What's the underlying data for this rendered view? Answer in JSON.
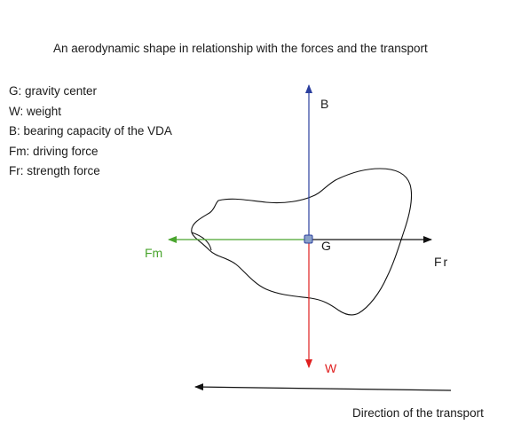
{
  "title": "An aerodynamic shape in relationship with the forces and the transport",
  "legend": [
    "G: gravity center",
    "W: weight",
    "B:  bearing capacity of the VDA",
    "Fm: driving force",
    "Fr: strength force"
  ],
  "labels": {
    "B": "B",
    "G": "G",
    "Fm": "Fm",
    "Fr": "Fr",
    "W": "W"
  },
  "caption": "Direction of the transport",
  "colors": {
    "bearing": "#2b3f9e",
    "weight": "#e02020",
    "driving": "#4aa52e",
    "strength": "#111111",
    "outline": "#111111"
  }
}
